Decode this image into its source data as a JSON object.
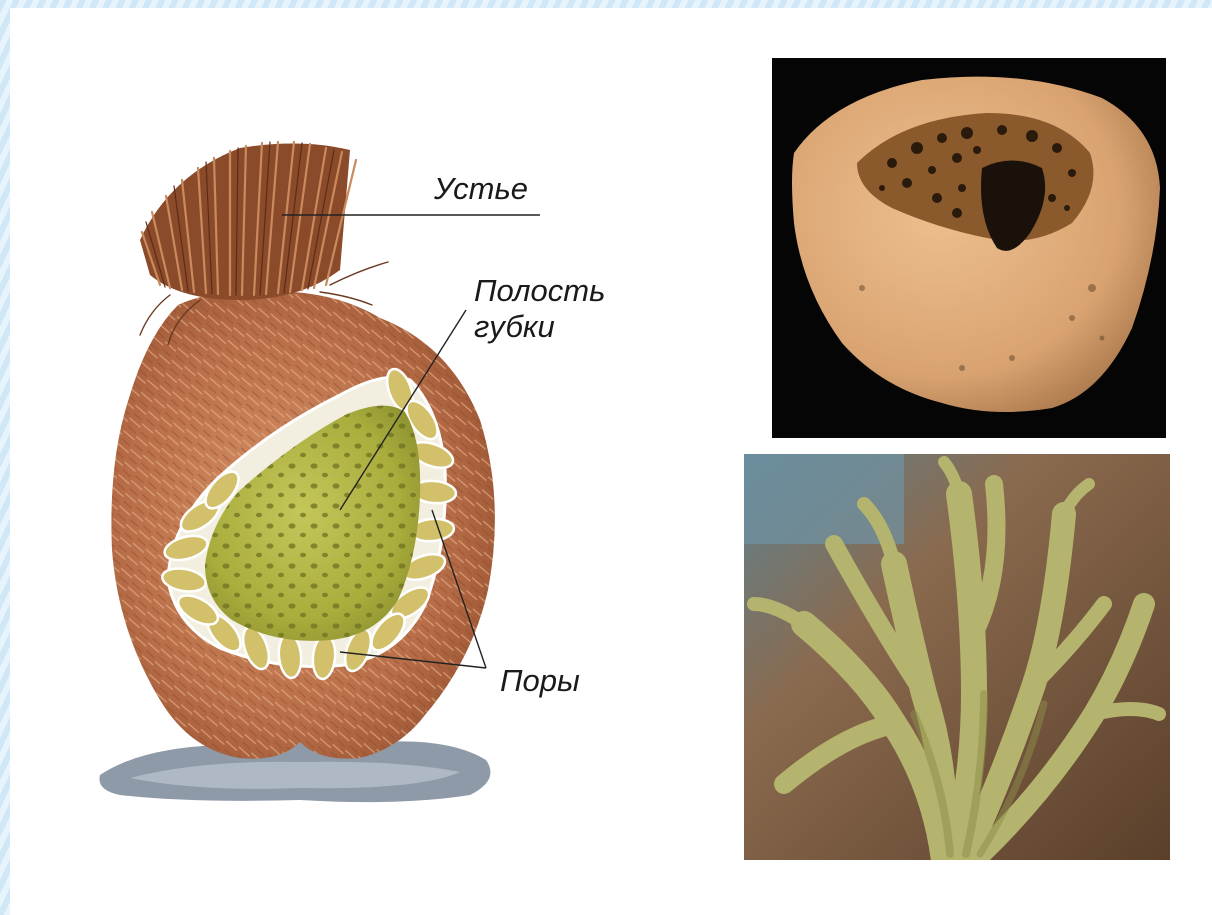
{
  "labels": {
    "mouth": "Устье",
    "cavity_line1": "Полость",
    "cavity_line2": "губки",
    "pores": "Поры"
  },
  "colors": {
    "sponge_body": "#b86e48",
    "sponge_cavity": "#a9ad3c",
    "photo_top_bg": "#050505",
    "bath_sponge": "#d9a371",
    "photo_bottom_bg": "#8a7a6a",
    "branching_sponge": "#b5b46e",
    "frame_blue": "#cfe7f7"
  }
}
